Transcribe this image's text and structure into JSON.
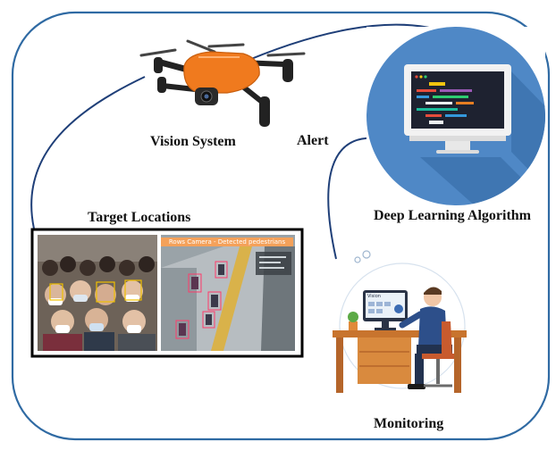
{
  "labels": {
    "vision_system": "Vision System",
    "alert": "Alert",
    "target_locations": "Target Locations",
    "deep_learning": "Deep Learning Algorithm",
    "monitoring": "Monitoring"
  },
  "screen_text": {
    "monitor_window_title": "Vision",
    "surveillance_banner": "Rows Camera - Detected pedestrians"
  },
  "colors": {
    "frame_stroke": "#2f6aa3",
    "connector": "#1f3f78",
    "drone_body": "#f07a1e",
    "circle_bg": "#4f88c6",
    "monitor_dark": "#1e2230"
  }
}
